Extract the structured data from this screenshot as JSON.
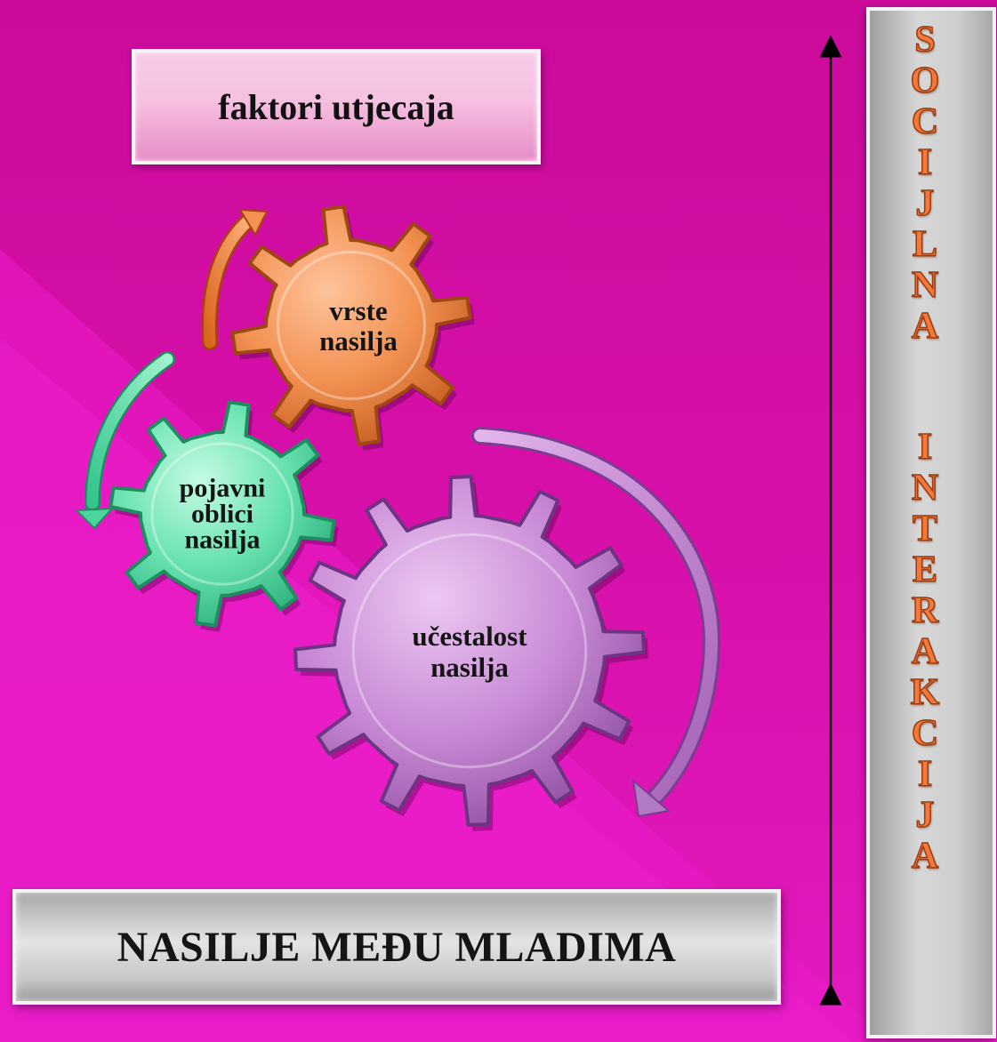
{
  "title": "faktori utjecaja",
  "bottom_label": "NASILJE MEĐU MLADIMA",
  "side_label": {
    "words": [
      "SOCIJLNA",
      "INTERAKCIJA"
    ]
  },
  "gears": [
    {
      "id": "vrste",
      "lines": [
        "vrste",
        "nasilja"
      ],
      "color": "#f0914e"
    },
    {
      "id": "pojavni",
      "lines": [
        "pojavni",
        "oblici",
        "nasilja"
      ],
      "color": "#66e2ae"
    },
    {
      "id": "ucestalost",
      "lines": [
        "učestalost",
        "nasilja"
      ],
      "color": "#c98ad6"
    }
  ],
  "colors": {
    "background": "#d810ab",
    "orange_accent": "#f2793a",
    "green_accent": "#4fd8a0",
    "purple_accent": "#b77fc9",
    "gray_box": "#d4d4d4"
  }
}
